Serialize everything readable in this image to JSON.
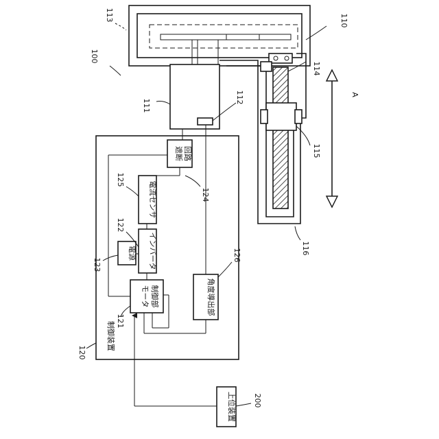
{
  "refs": {
    "r100": "100",
    "r110": "110",
    "r111": "111",
    "r112": "112",
    "r113": "113",
    "r114": "114",
    "r115": "115",
    "r116": "116",
    "r120": "120",
    "r121": "121",
    "r122": "122",
    "r123": "123",
    "r124": "124",
    "r125": "125",
    "r126": "126",
    "r200": "200",
    "rA": "A"
  },
  "blocks": {
    "cutoff_line1": "遮断",
    "cutoff_line2": "回路",
    "current_sensor": "電流センサ",
    "inverter": "インバータ",
    "power": "電源",
    "motor_ctrl_line1": "モータ",
    "motor_ctrl_line2": "制御部",
    "angle_calc": "角度導出部",
    "control_device": "制御装置",
    "host_device": "上位装置"
  },
  "colors": {
    "line": "#1a1a1a",
    "hatch": "#1a1a1a",
    "background": "#ffffff"
  }
}
